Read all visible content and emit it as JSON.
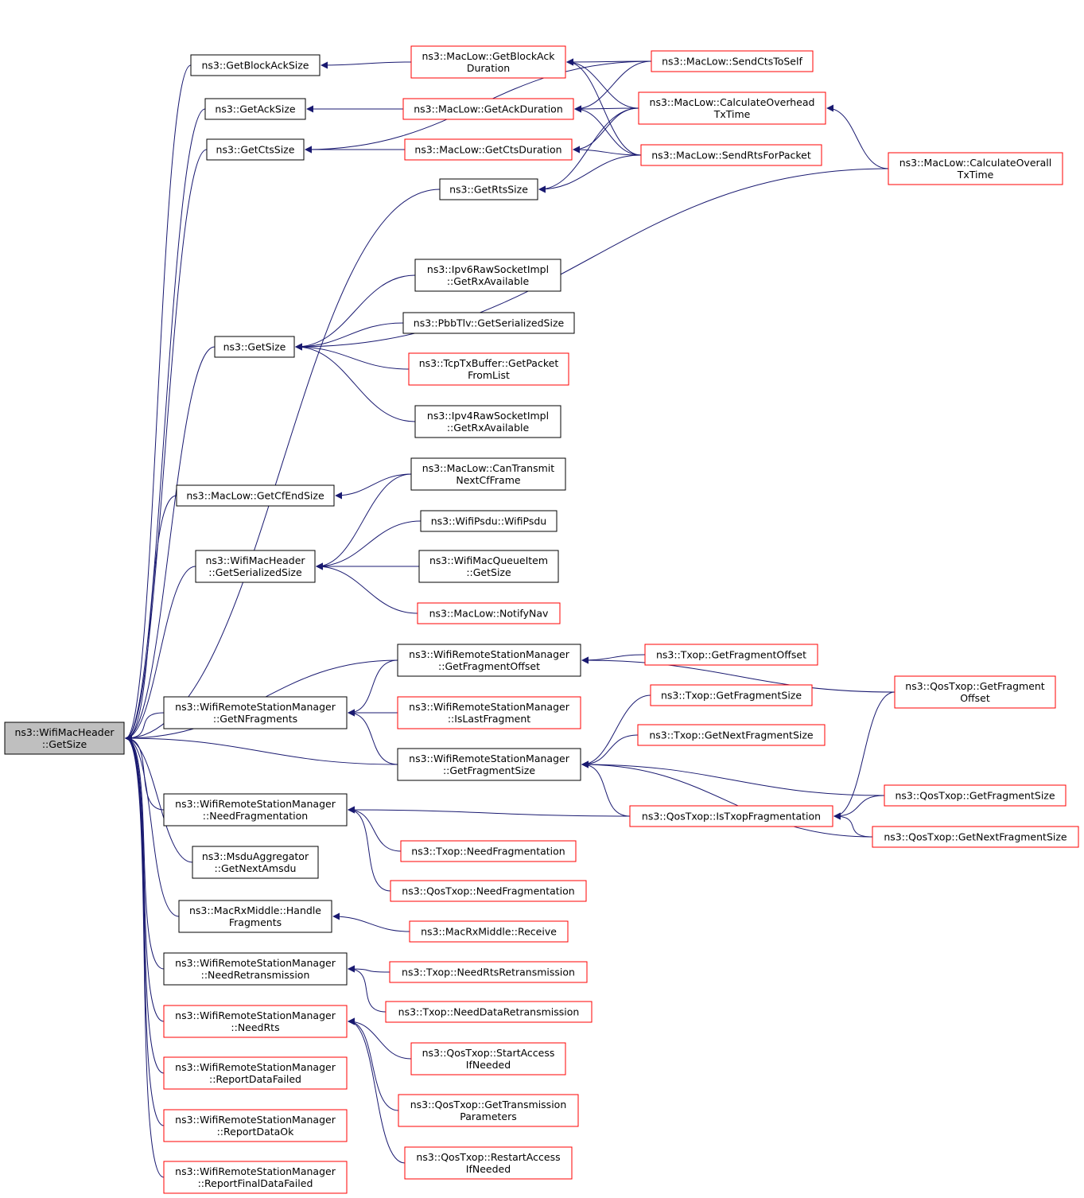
{
  "colors": {
    "edge": "#191970",
    "node_border_normal": "#000000",
    "node_border_truncated": "#ff0000",
    "root_fill": "#bfbfbf",
    "node_fill": "#ffffff"
  },
  "nodes": [
    {
      "id": "root",
      "lines": [
        "ns3::WifiMacHeader",
        "::GetSize"
      ],
      "style": "root"
    },
    {
      "id": "getBlockAckSize",
      "lines": [
        "ns3::GetBlockAckSize"
      ],
      "style": "normal"
    },
    {
      "id": "getAckSize",
      "lines": [
        "ns3::GetAckSize"
      ],
      "style": "normal"
    },
    {
      "id": "getCtsSize",
      "lines": [
        "ns3::GetCtsSize"
      ],
      "style": "normal"
    },
    {
      "id": "getRtsSize",
      "lines": [
        "ns3::GetRtsSize"
      ],
      "style": "normal"
    },
    {
      "id": "getSize",
      "lines": [
        "ns3::GetSize"
      ],
      "style": "normal"
    },
    {
      "id": "getCfEndSize",
      "lines": [
        "ns3::MacLow::GetCfEndSize"
      ],
      "style": "normal"
    },
    {
      "id": "macHdrSer",
      "lines": [
        "ns3::WifiMacHeader",
        "::GetSerializedSize"
      ],
      "style": "normal"
    },
    {
      "id": "wrsmGetNFrag",
      "lines": [
        "ns3::WifiRemoteStationManager",
        "::GetNFragments"
      ],
      "style": "normal"
    },
    {
      "id": "wrsmNeedFrag",
      "lines": [
        "ns3::WifiRemoteStationManager",
        "::NeedFragmentation"
      ],
      "style": "normal"
    },
    {
      "id": "msduAgg",
      "lines": [
        "ns3::MsduAggregator",
        "::GetNextAmsdu"
      ],
      "style": "normal"
    },
    {
      "id": "rxMiddleHandle",
      "lines": [
        "ns3::MacRxMiddle::Handle",
        "Fragments"
      ],
      "style": "normal"
    },
    {
      "id": "wrsmNeedRetx",
      "lines": [
        "ns3::WifiRemoteStationManager",
        "::NeedRetransmission"
      ],
      "style": "normal"
    },
    {
      "id": "wrsmNeedRts",
      "lines": [
        "ns3::WifiRemoteStationManager",
        "::NeedRts"
      ],
      "style": "red"
    },
    {
      "id": "wrsmRepDataFailed",
      "lines": [
        "ns3::WifiRemoteStationManager",
        "::ReportDataFailed"
      ],
      "style": "red"
    },
    {
      "id": "wrsmRepDataOk",
      "lines": [
        "ns3::WifiRemoteStationManager",
        "::ReportDataOk"
      ],
      "style": "red"
    },
    {
      "id": "wrsmRepFinal",
      "lines": [
        "ns3::WifiRemoteStationManager",
        "::ReportFinalDataFailed"
      ],
      "style": "red"
    },
    {
      "id": "mlGetBlockAckDur",
      "lines": [
        "ns3::MacLow::GetBlockAck",
        "Duration"
      ],
      "style": "red"
    },
    {
      "id": "mlGetAckDur",
      "lines": [
        "ns3::MacLow::GetAckDuration"
      ],
      "style": "red"
    },
    {
      "id": "mlGetCtsDur",
      "lines": [
        "ns3::MacLow::GetCtsDuration"
      ],
      "style": "red"
    },
    {
      "id": "mlSendCtsToSelf",
      "lines": [
        "ns3::MacLow::SendCtsToSelf"
      ],
      "style": "red"
    },
    {
      "id": "mlCalcOverhead",
      "lines": [
        "ns3::MacLow::CalculateOverhead",
        "TxTime"
      ],
      "style": "red"
    },
    {
      "id": "mlSendRts",
      "lines": [
        "ns3::MacLow::SendRtsForPacket"
      ],
      "style": "red"
    },
    {
      "id": "mlCalcOverall",
      "lines": [
        "ns3::MacLow::CalculateOverall",
        "TxTime"
      ],
      "style": "red"
    },
    {
      "id": "ipv6Raw",
      "lines": [
        "ns3::Ipv6RawSocketImpl",
        "::GetRxAvailable"
      ],
      "style": "normal"
    },
    {
      "id": "pbbTlv",
      "lines": [
        "ns3::PbbTlv::GetSerializedSize"
      ],
      "style": "normal"
    },
    {
      "id": "tcpTxBuf",
      "lines": [
        "ns3::TcpTxBuffer::GetPacket",
        "FromList"
      ],
      "style": "red"
    },
    {
      "id": "ipv4Raw",
      "lines": [
        "ns3::Ipv4RawSocketImpl",
        "::GetRxAvailable"
      ],
      "style": "normal"
    },
    {
      "id": "mlCanTransmit",
      "lines": [
        "ns3::MacLow::CanTransmit",
        "NextCfFrame"
      ],
      "style": "normal"
    },
    {
      "id": "wifiPsdu",
      "lines": [
        "ns3::WifiPsdu::WifiPsdu"
      ],
      "style": "normal"
    },
    {
      "id": "queueItem",
      "lines": [
        "ns3::WifiMacQueueItem",
        "::GetSize"
      ],
      "style": "normal"
    },
    {
      "id": "mlNotifyNav",
      "lines": [
        "ns3::MacLow::NotifyNav"
      ],
      "style": "red"
    },
    {
      "id": "wrsmGetFragOff",
      "lines": [
        "ns3::WifiRemoteStationManager",
        "::GetFragmentOffset"
      ],
      "style": "normal"
    },
    {
      "id": "wrsmIsLast",
      "lines": [
        "ns3::WifiRemoteStationManager",
        "::IsLastFragment"
      ],
      "style": "red"
    },
    {
      "id": "wrsmGetFragSize",
      "lines": [
        "ns3::WifiRemoteStationManager",
        "::GetFragmentSize"
      ],
      "style": "normal"
    },
    {
      "id": "txopGetFragOff",
      "lines": [
        "ns3::Txop::GetFragmentOffset"
      ],
      "style": "red"
    },
    {
      "id": "txopGetFragSize",
      "lines": [
        "ns3::Txop::GetFragmentSize"
      ],
      "style": "red"
    },
    {
      "id": "txopGetNextFrag",
      "lines": [
        "ns3::Txop::GetNextFragmentSize"
      ],
      "style": "red"
    },
    {
      "id": "qosIsTxopFrag",
      "lines": [
        "ns3::QosTxop::IsTxopFragmentation"
      ],
      "style": "red"
    },
    {
      "id": "qosGetFragOff",
      "lines": [
        "ns3::QosTxop::GetFragment",
        "Offset"
      ],
      "style": "red"
    },
    {
      "id": "qosGetFragSize",
      "lines": [
        "ns3::QosTxop::GetFragmentSize"
      ],
      "style": "red"
    },
    {
      "id": "qosGetNextFrag",
      "lines": [
        "ns3::QosTxop::GetNextFragmentSize"
      ],
      "style": "red"
    },
    {
      "id": "txopNeedFrag",
      "lines": [
        "ns3::Txop::NeedFragmentation"
      ],
      "style": "red"
    },
    {
      "id": "qosNeedFrag",
      "lines": [
        "ns3::QosTxop::NeedFragmentation"
      ],
      "style": "red"
    },
    {
      "id": "rxMiddleReceive",
      "lines": [
        "ns3::MacRxMiddle::Receive"
      ],
      "style": "red"
    },
    {
      "id": "txopNeedRtsRetx",
      "lines": [
        "ns3::Txop::NeedRtsRetransmission"
      ],
      "style": "red"
    },
    {
      "id": "txopNeedDataRetx",
      "lines": [
        "ns3::Txop::NeedDataRetransmission"
      ],
      "style": "red"
    },
    {
      "id": "qosStartAccess",
      "lines": [
        "ns3::QosTxop::StartAccess",
        "IfNeeded"
      ],
      "style": "red"
    },
    {
      "id": "qosGetTxParams",
      "lines": [
        "ns3::QosTxop::GetTransmission",
        "Parameters"
      ],
      "style": "red"
    },
    {
      "id": "qosRestartAccess",
      "lines": [
        "ns3::QosTxop::RestartAccess",
        "IfNeeded"
      ],
      "style": "red"
    }
  ],
  "edges": [
    [
      "getBlockAckSize",
      "root"
    ],
    [
      "getAckSize",
      "root"
    ],
    [
      "getCtsSize",
      "root"
    ],
    [
      "getRtsSize",
      "root"
    ],
    [
      "getSize",
      "root"
    ],
    [
      "getCfEndSize",
      "root"
    ],
    [
      "macHdrSer",
      "root"
    ],
    [
      "wrsmGetFragOff",
      "root"
    ],
    [
      "wrsmGetNFrag",
      "root"
    ],
    [
      "wrsmGetFragSize",
      "root"
    ],
    [
      "wrsmNeedFrag",
      "root"
    ],
    [
      "msduAgg",
      "root"
    ],
    [
      "rxMiddleHandle",
      "root"
    ],
    [
      "wrsmNeedRetx",
      "root"
    ],
    [
      "wrsmNeedRts",
      "root"
    ],
    [
      "wrsmRepDataFailed",
      "root"
    ],
    [
      "wrsmRepDataOk",
      "root"
    ],
    [
      "wrsmRepFinal",
      "root"
    ],
    [
      "mlGetBlockAckDur",
      "getBlockAckSize"
    ],
    [
      "mlGetAckDur",
      "getAckSize"
    ],
    [
      "mlGetCtsDur",
      "getCtsSize"
    ],
    [
      "mlSendCtsToSelf",
      "getCtsSize"
    ],
    [
      "mlCalcOverhead",
      "getRtsSize"
    ],
    [
      "mlSendRts",
      "getRtsSize"
    ],
    [
      "mlSendCtsToSelf",
      "mlGetBlockAckDur"
    ],
    [
      "mlCalcOverhead",
      "mlGetBlockAckDur"
    ],
    [
      "mlSendRts",
      "mlGetBlockAckDur"
    ],
    [
      "mlCalcOverhead",
      "mlGetAckDur"
    ],
    [
      "mlSendRts",
      "mlGetAckDur"
    ],
    [
      "mlSendCtsToSelf",
      "mlGetAckDur"
    ],
    [
      "mlCalcOverhead",
      "mlGetCtsDur"
    ],
    [
      "mlSendRts",
      "mlGetCtsDur"
    ],
    [
      "mlCalcOverall",
      "mlCalcOverhead"
    ],
    [
      "mlCalcOverall",
      "getSize"
    ],
    [
      "ipv6Raw",
      "getSize"
    ],
    [
      "pbbTlv",
      "getSize"
    ],
    [
      "tcpTxBuf",
      "getSize"
    ],
    [
      "ipv4Raw",
      "getSize"
    ],
    [
      "mlCanTransmit",
      "getCfEndSize"
    ],
    [
      "mlCanTransmit",
      "macHdrSer"
    ],
    [
      "wifiPsdu",
      "macHdrSer"
    ],
    [
      "queueItem",
      "macHdrSer"
    ],
    [
      "mlNotifyNav",
      "macHdrSer"
    ],
    [
      "txopGetFragOff",
      "wrsmGetFragOff"
    ],
    [
      "qosGetFragOff",
      "wrsmGetFragOff"
    ],
    [
      "wrsmGetFragOff",
      "wrsmGetNFrag"
    ],
    [
      "wrsmIsLast",
      "wrsmGetNFrag"
    ],
    [
      "wrsmGetFragSize",
      "wrsmGetNFrag"
    ],
    [
      "txopGetFragSize",
      "wrsmGetFragSize"
    ],
    [
      "txopGetNextFrag",
      "wrsmGetFragSize"
    ],
    [
      "qosGetFragSize",
      "wrsmGetFragSize"
    ],
    [
      "qosIsTxopFrag",
      "wrsmGetFragSize"
    ],
    [
      "qosGetNextFrag",
      "wrsmGetFragSize"
    ],
    [
      "qosGetFragOff",
      "qosIsTxopFrag"
    ],
    [
      "qosGetFragSize",
      "qosIsTxopFrag"
    ],
    [
      "qosGetNextFrag",
      "qosIsTxopFrag"
    ],
    [
      "qosIsTxopFrag",
      "wrsmNeedFrag"
    ],
    [
      "txopNeedFrag",
      "wrsmNeedFrag"
    ],
    [
      "qosNeedFrag",
      "wrsmNeedFrag"
    ],
    [
      "rxMiddleReceive",
      "rxMiddleHandle"
    ],
    [
      "txopNeedRtsRetx",
      "wrsmNeedRetx"
    ],
    [
      "txopNeedDataRetx",
      "wrsmNeedRetx"
    ],
    [
      "qosStartAccess",
      "wrsmNeedRts"
    ],
    [
      "qosGetTxParams",
      "wrsmNeedRts"
    ],
    [
      "qosRestartAccess",
      "wrsmNeedRts"
    ]
  ]
}
